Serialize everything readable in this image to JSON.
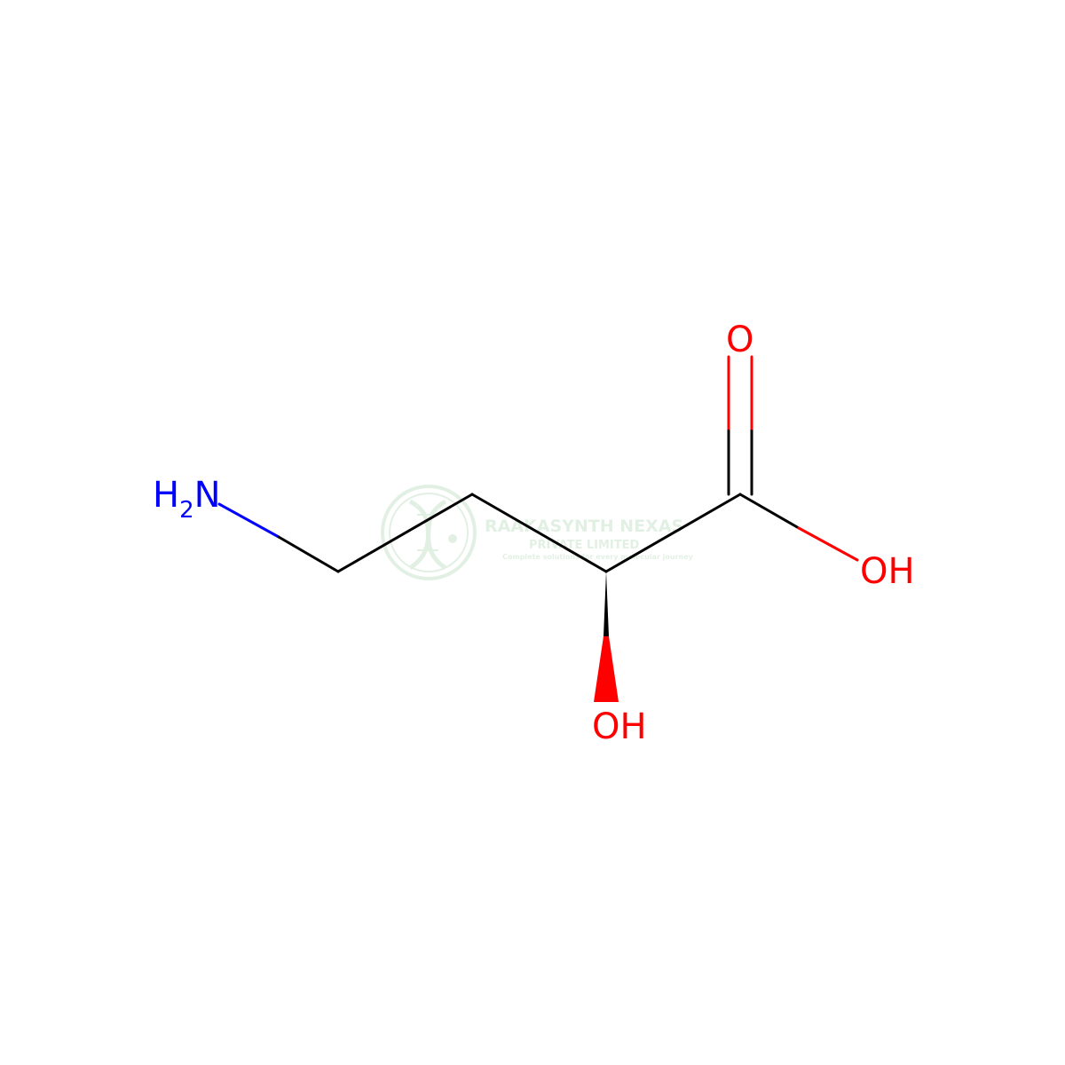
{
  "molecule": {
    "atoms": {
      "amine": {
        "symbol": "N",
        "hydrogens": "H",
        "h_count": "2",
        "color": "#0000FF"
      },
      "carbonyl_oxygen": {
        "symbol": "O",
        "color": "#FF0000"
      },
      "acid_hydroxyl": {
        "label": "OH",
        "color": "#FF0000"
      },
      "alpha_hydroxyl": {
        "label": "OH",
        "color": "#FF0000"
      }
    },
    "bond_color": "#000000"
  },
  "watermark": {
    "company": "RAAKASYNTH NEXAS",
    "subtitle": "PRIVATE LIMITED",
    "tagline": "Complete solutions for every molecular journey",
    "logo_icon": "dna-helix-icon",
    "color": "#3a9a4a"
  }
}
